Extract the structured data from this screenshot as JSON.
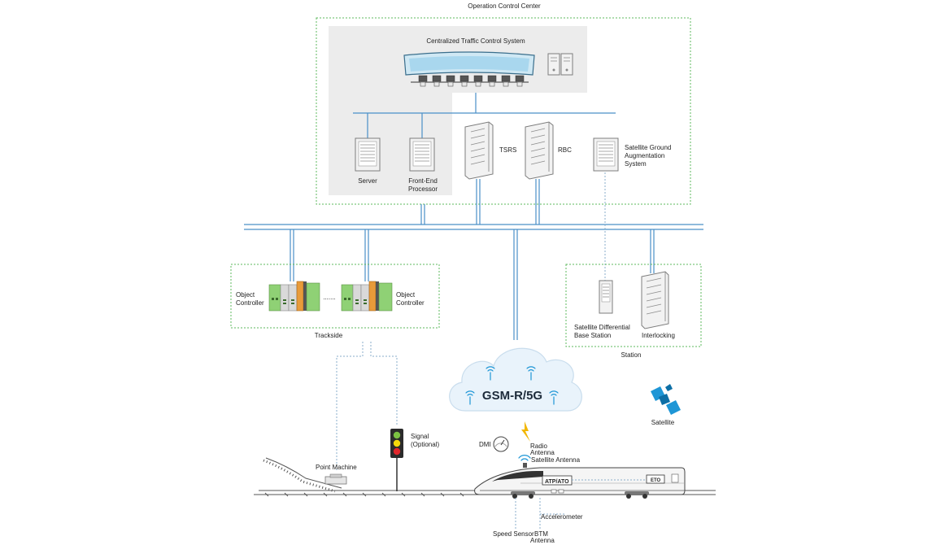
{
  "labels": {
    "occ_title": "Operation Control Center",
    "ctc": "Centralized Traffic Control System",
    "server": "Server",
    "fep_1": "Front-End",
    "fep_2": "Processor",
    "tsrs": "TSRS",
    "rbc": "RBC",
    "sgas_1": "Satellite Ground",
    "sgas_2": "Augmentation",
    "sgas_3": "System",
    "oc_left_1": "Object",
    "oc_left_2": "Controller",
    "oc_right_1": "Object",
    "oc_right_2": "Controller",
    "oc_dots": ".......",
    "trackside": "Trackside",
    "sdbs_1": "Satellite Differential",
    "sdbs_2": "Base Station",
    "interlocking": "Interlocking",
    "station": "Station",
    "gsmr": "GSM-R/5G",
    "satellite": "Satellite",
    "point_machine": "Point Machine",
    "signal_1": "Signal",
    "signal_2": "(Optional)",
    "dmi": "DMI",
    "radio_1": "Radio",
    "radio_2": "Antenna",
    "sat_antenna": "Satellite Antenna",
    "atp_ato": "ATP/ATO",
    "eto": "ETO",
    "accelerometer": "Accelerometer",
    "speed_sensor": "Speed Sensor",
    "btm_1": "BTM",
    "btm_2": "Antenna"
  },
  "colors": {
    "frame_green": "#5cb85c",
    "bus_blue": "#4a90c8",
    "panel_gray": "#ececec",
    "controller_green": "#8fd175",
    "controller_orange": "#e89b3a",
    "signal_green": "#7cc242",
    "signal_yellow": "#f5d90a",
    "signal_red": "#e0262b",
    "satellite_blue": "#1e96d6",
    "cloud_fill": "#e9f3fb"
  },
  "icons": [
    "workstation-console-icon",
    "server-icon",
    "rack-icon",
    "object-controller-icon",
    "cloud-icon",
    "antenna-icon",
    "satellite-icon",
    "traffic-signal-icon",
    "point-machine-icon",
    "train-icon",
    "dmi-gauge-icon",
    "lightning-icon"
  ]
}
